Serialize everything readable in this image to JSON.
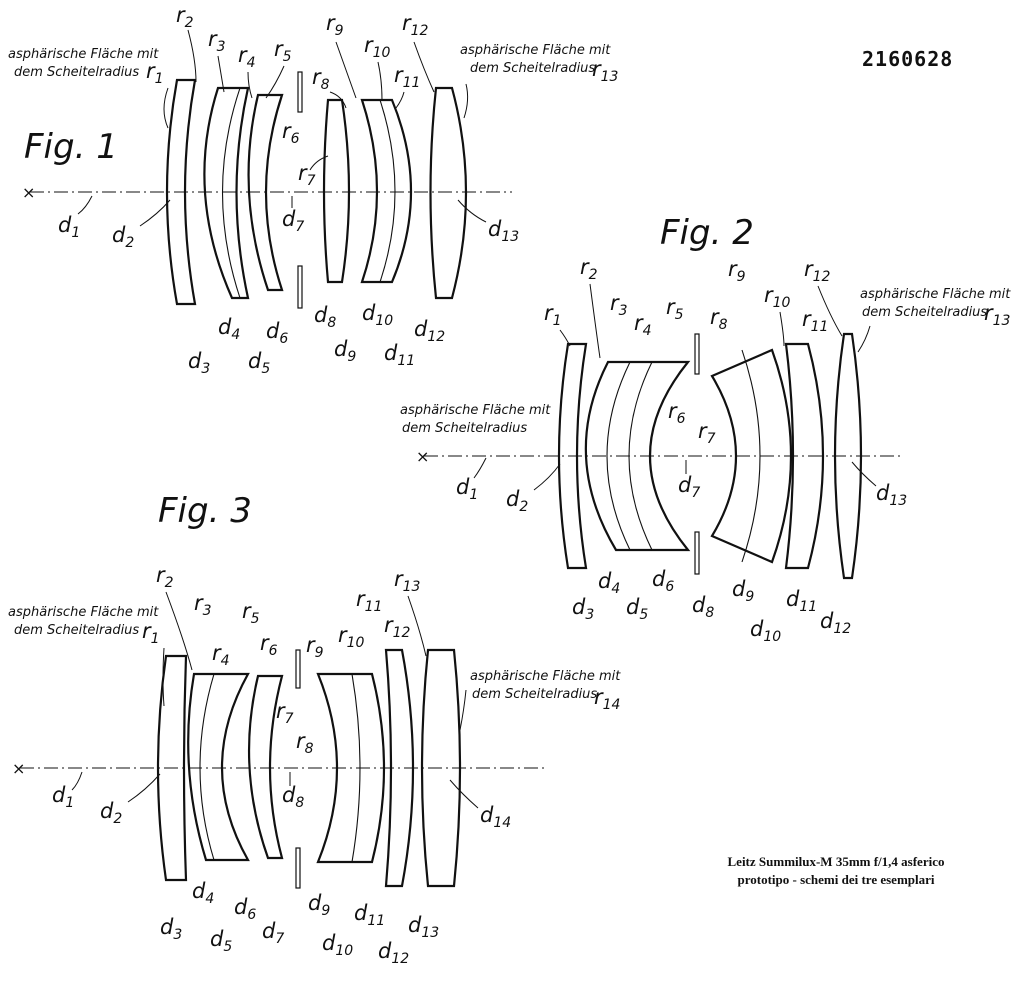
{
  "patent_number": "2160628",
  "asph_line1": "asphärische Fläche mit",
  "asph_line2": "dem Scheitelradius",
  "figures": {
    "fig1": {
      "label": "Fig. 1",
      "asph_left": "1",
      "asph_right": "13"
    },
    "fig2": {
      "label": "Fig. 2",
      "asph_right": "13"
    },
    "fig3": {
      "label": "Fig. 3",
      "asph_left": "1",
      "asph_right": "14"
    }
  },
  "caption": {
    "line1": "Leitz Summilux-M 35mm f/1,4 asferico",
    "line2": "prototipo - schemi dei tre esemplari"
  }
}
